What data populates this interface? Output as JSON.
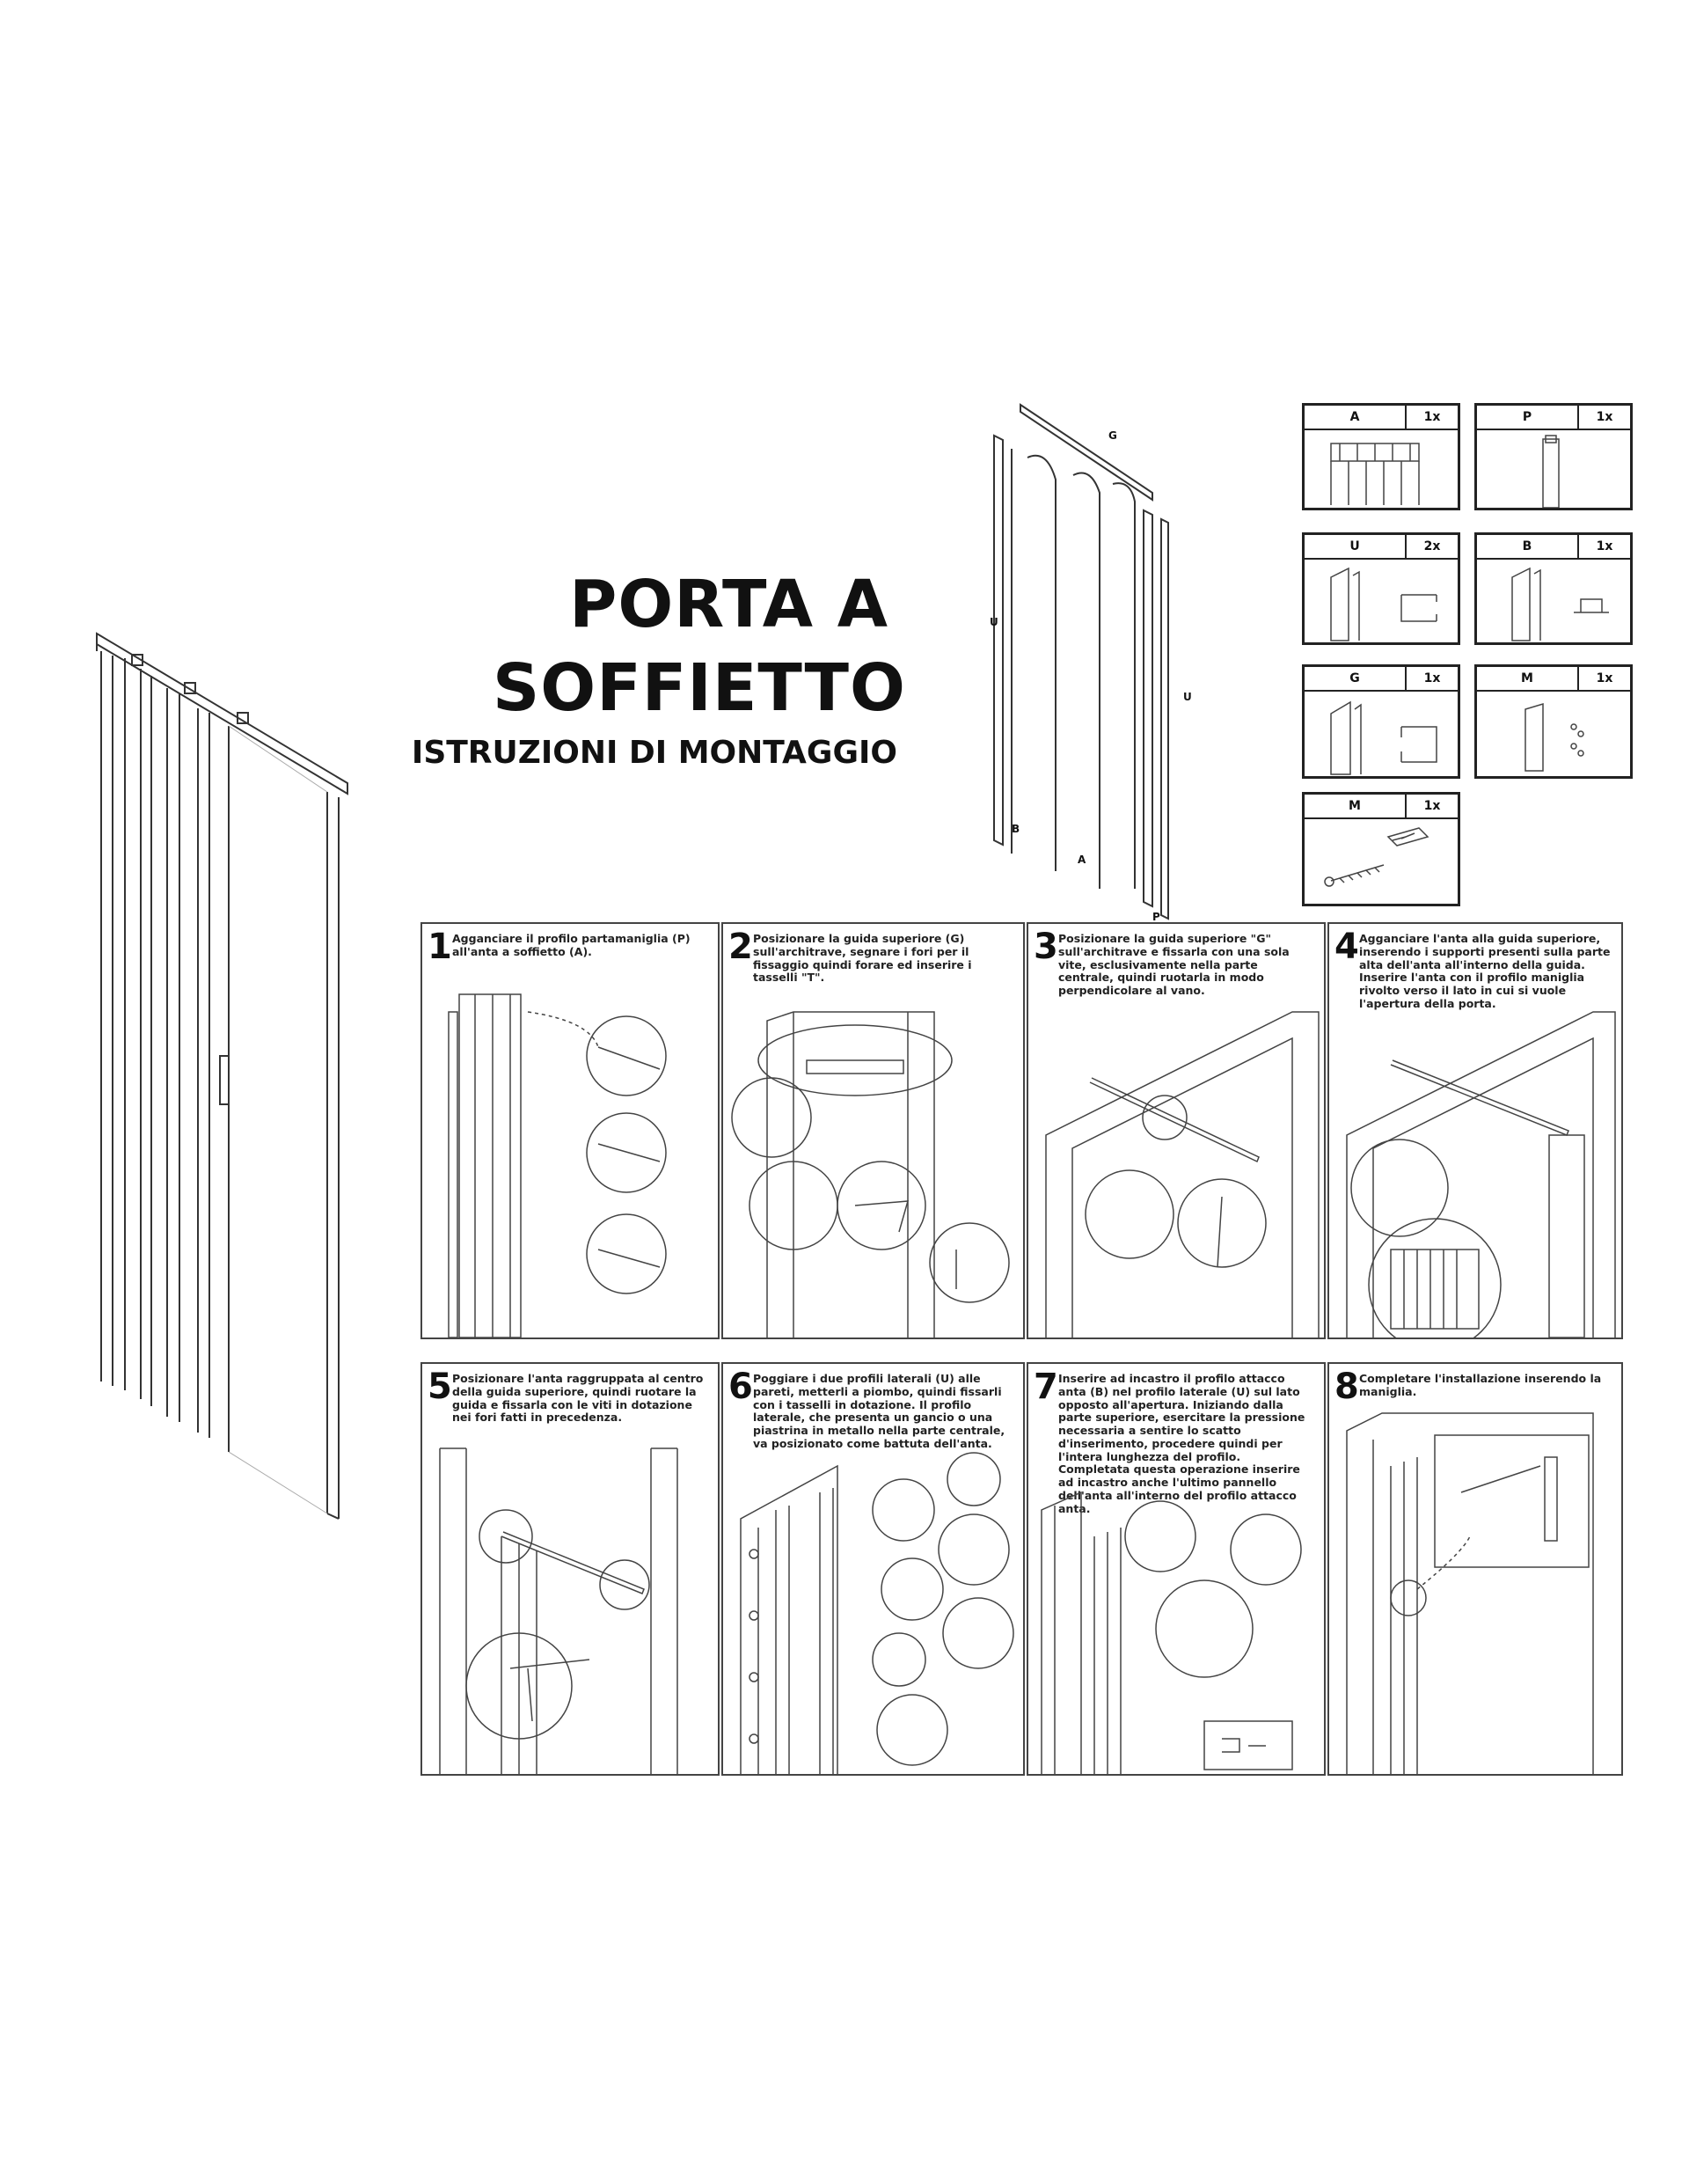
{
  "title": {
    "line1": "PORTA A",
    "line2": "SOFFIETTO",
    "subtitle": "ISTRUZIONI DI MONTAGGIO"
  },
  "diagram_labels": {
    "top": "G",
    "left": "U",
    "right": "U",
    "bottom_left": "B",
    "bottom_mid": "A",
    "bottom_right": "P"
  },
  "parts": [
    {
      "name": "A",
      "qty": "1x"
    },
    {
      "name": "P",
      "qty": "1x"
    },
    {
      "name": "U",
      "qty": "2x"
    },
    {
      "name": "B",
      "qty": "1x"
    },
    {
      "name": "G",
      "qty": "1x"
    },
    {
      "name": "M",
      "qty": "1x"
    },
    {
      "name": "M",
      "qty": "1x"
    }
  ],
  "steps": [
    {
      "n": "1",
      "text": "Agganciare il profilo partamaniglia (P) all'anta a soffietto (A)."
    },
    {
      "n": "2",
      "text": "Posizionare la guida superiore (G) sull'architrave, segnare i fori per il fissaggio quindi forare ed inserire i tasselli \"T\"."
    },
    {
      "n": "3",
      "text": "Posizionare la guida superiore \"G\" sull'architrave e fissarla con una sola vite, esclusivamente nella parte centrale, quindi ruotarla in modo perpendicolare al vano."
    },
    {
      "n": "4",
      "text": "Agganciare l'anta alla guida superiore, inserendo i supporti presenti sulla parte alta dell'anta all'interno della guida. Inserire l'anta con il profilo maniglia rivolto verso il lato in cui si vuole l'apertura della porta."
    },
    {
      "n": "5",
      "text": "Posizionare l'anta raggruppata al centro della guida superiore, quindi ruotare la guida e fissarla con le viti in dotazione nei fori fatti in precedenza."
    },
    {
      "n": "6",
      "text": "Poggiare i due profili laterali (U) alle pareti, metterli a piombo, quindi fissarli con i tasselli in dotazione. Il profilo laterale, che presenta un gancio o una piastrina in metallo nella parte centrale, va posizionato come battuta dell'anta."
    },
    {
      "n": "7",
      "text": "Inserire ad incastro il profilo attacco anta (B) nel profilo laterale (U) sul lato opposto all'apertura. Iniziando dalla parte superiore, esercitare la pressione necessaria a sentire lo scatto d'inserimento, procedere quindi per l'intera lunghezza del profilo. Completata questa operazione inserire ad incastro anche l'ultimo pannello dell'anta all'interno del profilo attacco anta."
    },
    {
      "n": "8",
      "text": "Completare l'installazione inserendo la maniglia."
    }
  ]
}
